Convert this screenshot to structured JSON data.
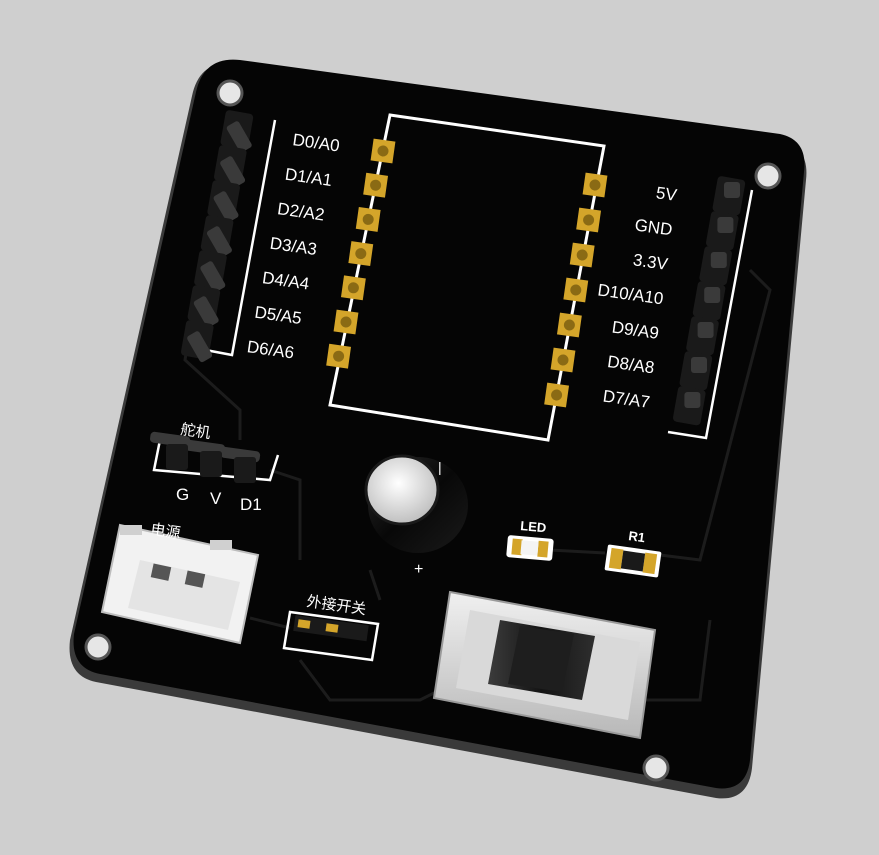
{
  "board": {
    "colors": {
      "background": "#cfcfcf",
      "pcb": "#050505",
      "silkscreen": "#ffffff",
      "pad_gold": "#d4a52a",
      "trace": "#1c1c1c"
    },
    "left_pins": [
      "D0/A0",
      "D1/A1",
      "D2/A2",
      "D3/A3",
      "D4/A4",
      "D5/A5",
      "D6/A6"
    ],
    "right_pins": [
      "5V",
      "GND",
      "3.3V",
      "D10/A10",
      "D9/A9",
      "D8/A8",
      "D7/A7"
    ],
    "servo": {
      "title": "舵机",
      "pins": [
        "G",
        "V",
        "D1"
      ]
    },
    "power_label": "电源",
    "capacitor_marks": {
      "top": "|",
      "bottom": "+"
    },
    "led_label": "LED",
    "resistor_label": "R1",
    "external_switch_label": "外接开关"
  }
}
